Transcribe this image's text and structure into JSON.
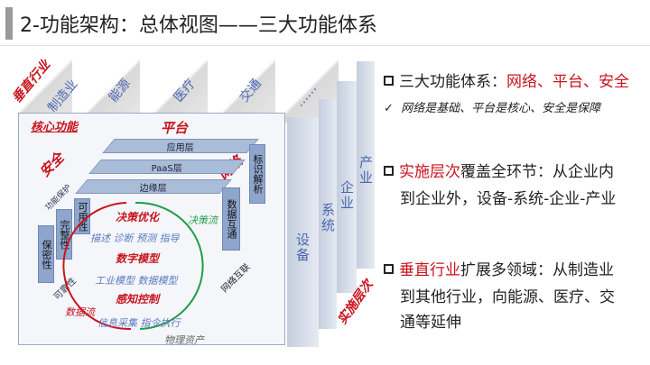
{
  "header": {
    "title": "2-功能架构：总体视图——三大功能体系"
  },
  "diagram": {
    "vertical_label": "垂直行业",
    "industries": [
      "制造业",
      "能源",
      "医疗",
      "交通",
      "……"
    ],
    "core_label": "核心功能",
    "platform": "平台",
    "security": "安全",
    "network": "网络",
    "layers": [
      "应用层",
      "PaaS层",
      "边缘层"
    ],
    "security_items": [
      "功能保护",
      "可用性",
      "完整性",
      "保密性",
      "可靠性"
    ],
    "network_items": [
      "标识解析",
      "数据互通",
      "网络互联"
    ],
    "decision": "决策优化",
    "decision_sub": "描述 诊断 预测 指导",
    "model": "数字模型",
    "model_sub": "工业模型 数据模型",
    "sense": "感知控制",
    "sense_sub": "信息采集 指令执行",
    "decision_flow": "决策流",
    "data_flow": "数据流",
    "physical": "物理资产",
    "impl_levels": [
      "设备",
      "系统",
      "企业",
      "产业"
    ],
    "impl_label": "实施层次"
  },
  "right": {
    "b1_prefix": "三大功能体系：",
    "b1_red": "网络、平台、安全",
    "check": "✓",
    "b1_sub": "网络是基础、平台是核心、安全是保障",
    "b2_red": "实施层次",
    "b2_rest": "覆盖全环节：从企业内",
    "b2_line2": "到企业外，设备-系统-企业-产业",
    "b3_red": "垂直行业",
    "b3_rest": "扩展多领域：从制造业",
    "b3_line2": "到其他行业，向能源、医疗、交",
    "b3_line3": "通等延伸"
  },
  "colors": {
    "red": "#c8141e",
    "blue": "#4a67b0"
  }
}
